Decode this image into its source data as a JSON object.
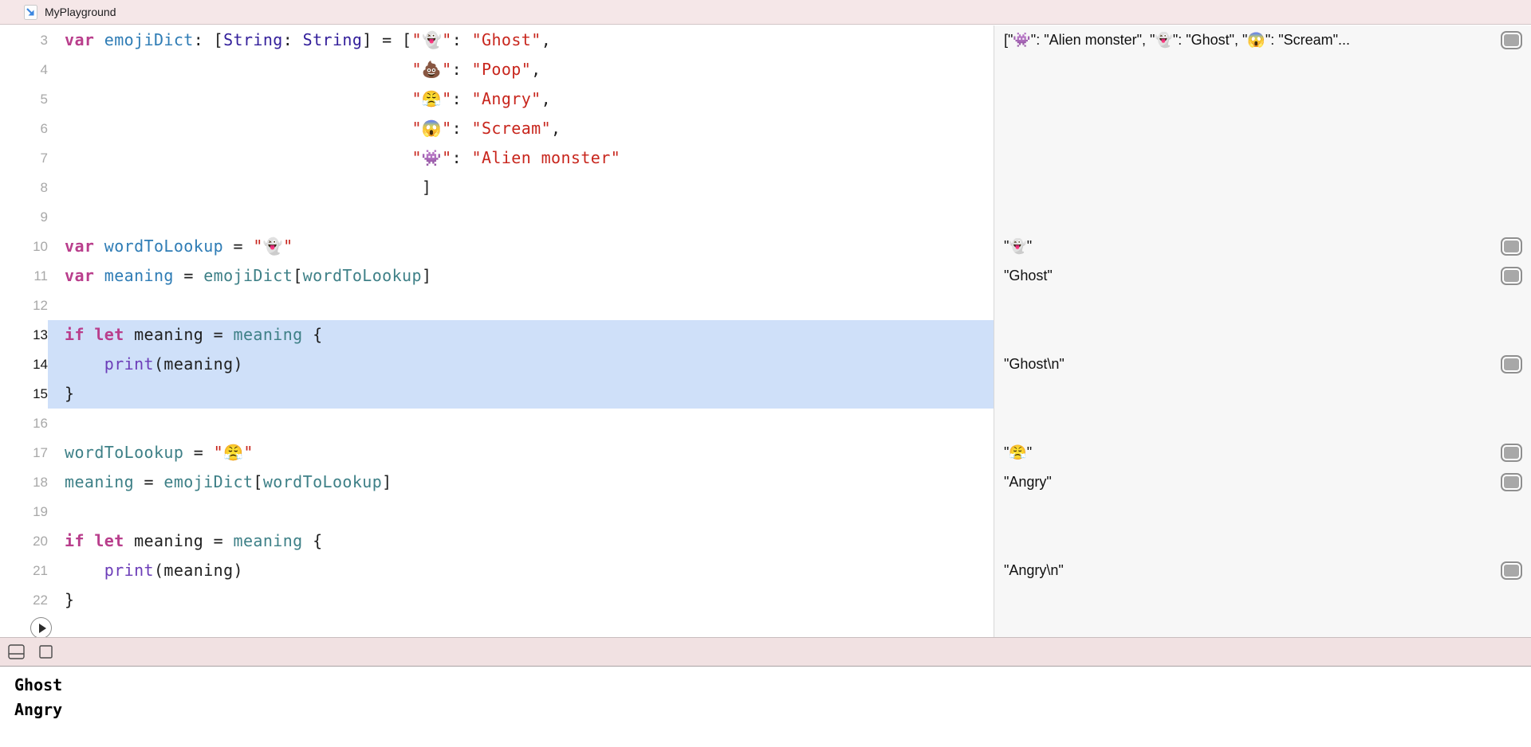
{
  "titlebar": {
    "title": "MyPlayground",
    "icon": "playground-file-icon"
  },
  "editor": {
    "lines": [
      {
        "num": "3",
        "hl": false,
        "tokens": [
          {
            "t": "var",
            "c": "kw"
          },
          {
            "t": " ",
            "c": "p"
          },
          {
            "t": "emojiDict",
            "c": "decl"
          },
          {
            "t": ": [",
            "c": "p"
          },
          {
            "t": "String",
            "c": "type"
          },
          {
            "t": ": ",
            "c": "p"
          },
          {
            "t": "String",
            "c": "type"
          },
          {
            "t": "] = [",
            "c": "p"
          },
          {
            "t": "\"👻\"",
            "c": "str"
          },
          {
            "t": ": ",
            "c": "p"
          },
          {
            "t": "\"Ghost\"",
            "c": "str"
          },
          {
            "t": ",",
            "c": "p"
          }
        ]
      },
      {
        "num": "4",
        "hl": false,
        "tokens": [
          {
            "t": "                                   ",
            "c": "p"
          },
          {
            "t": "\"💩\"",
            "c": "str"
          },
          {
            "t": ": ",
            "c": "p"
          },
          {
            "t": "\"Poop\"",
            "c": "str"
          },
          {
            "t": ",",
            "c": "p"
          }
        ]
      },
      {
        "num": "5",
        "hl": false,
        "tokens": [
          {
            "t": "                                   ",
            "c": "p"
          },
          {
            "t": "\"😤\"",
            "c": "str"
          },
          {
            "t": ": ",
            "c": "p"
          },
          {
            "t": "\"Angry\"",
            "c": "str"
          },
          {
            "t": ",",
            "c": "p"
          }
        ]
      },
      {
        "num": "6",
        "hl": false,
        "tokens": [
          {
            "t": "                                   ",
            "c": "p"
          },
          {
            "t": "\"😱\"",
            "c": "str"
          },
          {
            "t": ": ",
            "c": "p"
          },
          {
            "t": "\"Scream\"",
            "c": "str"
          },
          {
            "t": ",",
            "c": "p"
          }
        ]
      },
      {
        "num": "7",
        "hl": false,
        "tokens": [
          {
            "t": "                                   ",
            "c": "p"
          },
          {
            "t": "\"👾\"",
            "c": "str"
          },
          {
            "t": ": ",
            "c": "p"
          },
          {
            "t": "\"Alien monster\"",
            "c": "str"
          }
        ]
      },
      {
        "num": "8",
        "hl": false,
        "tokens": [
          {
            "t": "                                    ]",
            "c": "p"
          }
        ]
      },
      {
        "num": "9",
        "hl": false,
        "tokens": []
      },
      {
        "num": "10",
        "hl": false,
        "tokens": [
          {
            "t": "var",
            "c": "kw"
          },
          {
            "t": " ",
            "c": "p"
          },
          {
            "t": "wordToLookup",
            "c": "decl"
          },
          {
            "t": " = ",
            "c": "p"
          },
          {
            "t": "\"👻\"",
            "c": "str"
          }
        ]
      },
      {
        "num": "11",
        "hl": false,
        "tokens": [
          {
            "t": "var",
            "c": "kw"
          },
          {
            "t": " ",
            "c": "p"
          },
          {
            "t": "meaning",
            "c": "decl"
          },
          {
            "t": " = ",
            "c": "p"
          },
          {
            "t": "emojiDict",
            "c": "ref"
          },
          {
            "t": "[",
            "c": "p"
          },
          {
            "t": "wordToLookup",
            "c": "ref"
          },
          {
            "t": "]",
            "c": "p"
          }
        ]
      },
      {
        "num": "12",
        "hl": false,
        "tokens": []
      },
      {
        "num": "13",
        "hl": true,
        "tokens": [
          {
            "t": "if",
            "c": "kw"
          },
          {
            "t": " ",
            "c": "p"
          },
          {
            "t": "let",
            "c": "kw"
          },
          {
            "t": " meaning = ",
            "c": "p"
          },
          {
            "t": "meaning",
            "c": "ref"
          },
          {
            "t": " {",
            "c": "p"
          }
        ]
      },
      {
        "num": "14",
        "hl": true,
        "tokens": [
          {
            "t": "    ",
            "c": "p"
          },
          {
            "t": "print",
            "c": "fn"
          },
          {
            "t": "(meaning)",
            "c": "p"
          }
        ]
      },
      {
        "num": "15",
        "hl": true,
        "tokens": [
          {
            "t": "}",
            "c": "p"
          }
        ]
      },
      {
        "num": "16",
        "hl": false,
        "tokens": []
      },
      {
        "num": "17",
        "hl": false,
        "tokens": [
          {
            "t": "wordToLookup",
            "c": "ref"
          },
          {
            "t": " = ",
            "c": "p"
          },
          {
            "t": "\"😤\"",
            "c": "str"
          }
        ]
      },
      {
        "num": "18",
        "hl": false,
        "tokens": [
          {
            "t": "meaning",
            "c": "ref"
          },
          {
            "t": " = ",
            "c": "p"
          },
          {
            "t": "emojiDict",
            "c": "ref"
          },
          {
            "t": "[",
            "c": "p"
          },
          {
            "t": "wordToLookup",
            "c": "ref"
          },
          {
            "t": "]",
            "c": "p"
          }
        ]
      },
      {
        "num": "19",
        "hl": false,
        "tokens": []
      },
      {
        "num": "20",
        "hl": false,
        "tokens": [
          {
            "t": "if",
            "c": "kw"
          },
          {
            "t": " ",
            "c": "p"
          },
          {
            "t": "let",
            "c": "kw"
          },
          {
            "t": " meaning = ",
            "c": "p"
          },
          {
            "t": "meaning",
            "c": "ref"
          },
          {
            "t": " {",
            "c": "p"
          }
        ]
      },
      {
        "num": "21",
        "hl": false,
        "tokens": [
          {
            "t": "    ",
            "c": "p"
          },
          {
            "t": "print",
            "c": "fn"
          },
          {
            "t": "(meaning)",
            "c": "p"
          }
        ]
      },
      {
        "num": "22",
        "hl": false,
        "tokens": [
          {
            "t": "}",
            "c": "p"
          }
        ]
      }
    ],
    "first_line_number": 3,
    "play_button": "run-playground"
  },
  "results": [
    {
      "line": 3,
      "text": "[\"👾\": \"Alien monster\", \"👻\": \"Ghost\", \"😱\": \"Scream\"..."
    },
    {
      "line": 10,
      "text": "\"👻\""
    },
    {
      "line": 11,
      "text": "\"Ghost\""
    },
    {
      "line": 14,
      "text": "\"Ghost\\n\""
    },
    {
      "line": 17,
      "text": "\"😤\""
    },
    {
      "line": 18,
      "text": "\"Angry\""
    },
    {
      "line": 21,
      "text": "\"Angry\\n\""
    }
  ],
  "console": {
    "lines": [
      "Ghost",
      "Angry"
    ]
  },
  "colors": {
    "titlebar_bg": "#F5E7E8",
    "debugbar_bg": "#F1E1E2",
    "sidebar_bg": "#F7F7F7",
    "highlight": "#CFE0F9",
    "keyword": "#B93E8C",
    "declaration": "#2E7CB5",
    "type": "#34209B",
    "string": "#C8261D",
    "function": "#6C3DB8",
    "reference": "#3E8087",
    "line_number": "#A8A8A8",
    "accent_arrow": "#3B86E0"
  }
}
